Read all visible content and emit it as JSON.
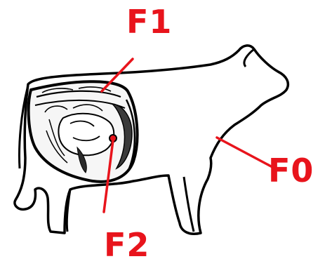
{
  "labels": {
    "f1": "F1",
    "f0": "F0",
    "f2": "F2"
  },
  "colors": {
    "accent": "#e8141c",
    "outline": "#000000",
    "background": "#ffffff"
  }
}
